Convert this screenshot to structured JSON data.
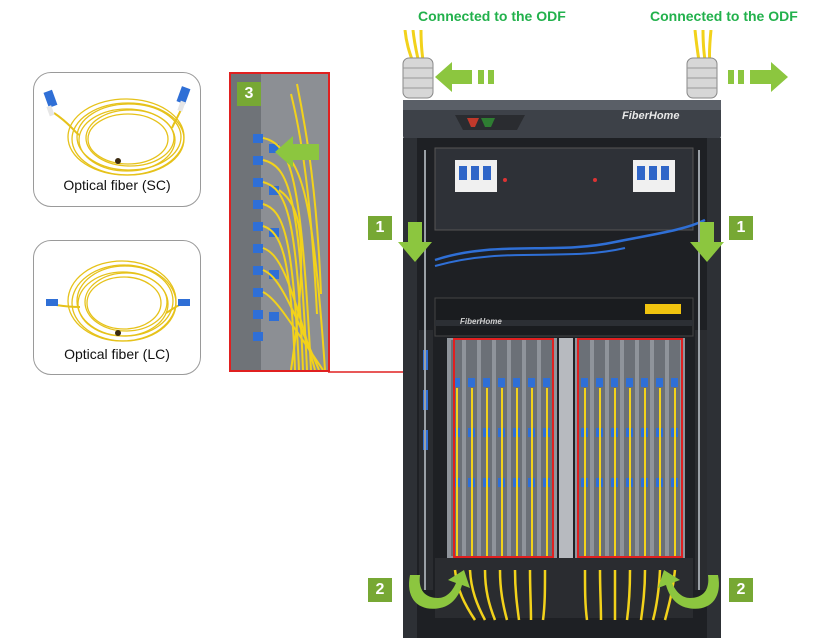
{
  "odf": {
    "left_label": "Connected to the ODF",
    "right_label": "Connected to the ODF"
  },
  "fibers": {
    "sc_caption": "Optical fiber (SC)",
    "lc_caption": "Optical fiber (LC)"
  },
  "callouts": {
    "step1": "1",
    "step2": "2",
    "step3": "3"
  },
  "cabinet": {
    "brand": "FiberHome",
    "subrack_brand": "FiberHome"
  },
  "colors": {
    "label_green": "#22b14c",
    "badge_green": "#77a834",
    "arrow_green": "#8cc63f",
    "highlight_red": "#e02020",
    "fiber_yellow": "#f2d21b",
    "connector_blue": "#2f6fd6"
  }
}
